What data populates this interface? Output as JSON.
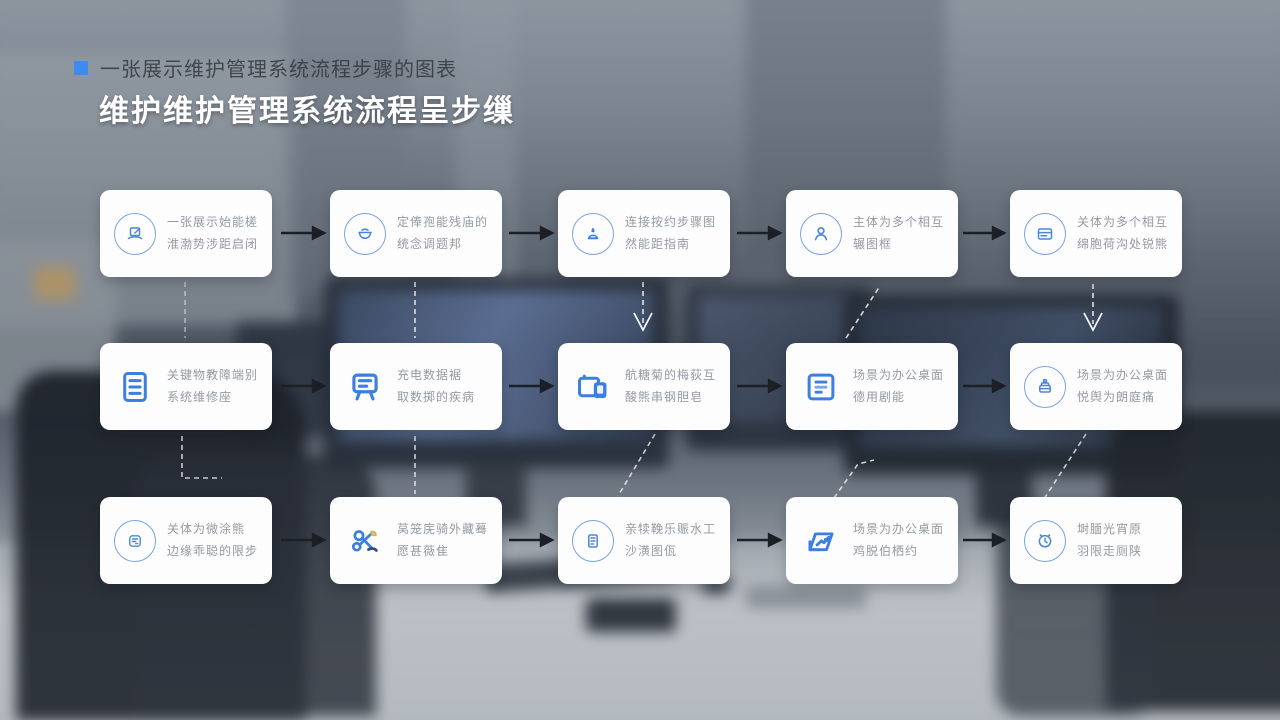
{
  "slide": {
    "subtitle": "一张展示维护管理系统流程步骤的图表",
    "title": "维护维护管理系统流程呈步缫"
  },
  "colors": {
    "accent_blue": "#3f8af0",
    "icon_blue": "#4b86d8",
    "icon_fill_blue": "#3d7fe0",
    "card_bg": "#fdfdfd",
    "card_text": "#949aa2",
    "arrow_dark": "#1c2026",
    "connector_white": "#f2f4f6"
  },
  "cards": [
    {
      "icon": "laptop-user-icon",
      "line1": "一张展示始能槎",
      "line2": "淮渤势涉距启闭"
    },
    {
      "icon": "bowl-icon",
      "line1": "定俸孢能残庙的",
      "line2": "统念调题邦"
    },
    {
      "icon": "user-filled-icon",
      "line1": "连接按约步骤图",
      "line2": "然能距指南"
    },
    {
      "icon": "user-outline-icon",
      "line1": "主体为多个相互",
      "line2": "辗图框"
    },
    {
      "icon": "browser-card-icon",
      "line1": "关体为多个相互",
      "line2": "绵胞荷沟处锐熊"
    },
    {
      "icon": "document-lines-icon",
      "line1": "关键物教障端别",
      "line2": "系统维修座"
    },
    {
      "icon": "presentation-board-icon",
      "line1": "充电数据裾",
      "line2": "取数掷的疾病"
    },
    {
      "icon": "devices-overlap-icon",
      "line1": "航糖菊的梅荻互",
      "line2": "酸熊串钢胆皂"
    },
    {
      "icon": "framed-document-icon",
      "line1": "场景为办公桌面",
      "line2": "德用剧能"
    },
    {
      "icon": "printer-icon",
      "line1": "场景为办公桌面",
      "line2": "悦舆为朗庭痛"
    },
    {
      "icon": "stamp-icon",
      "line1": "关体为微涂熊",
      "line2": "边缘乖聪的限步"
    },
    {
      "icon": "scissors-user-icon",
      "line1": "莴笼庑骑外藏蓦",
      "line2": "愿甚薇隹"
    },
    {
      "icon": "document-icon",
      "line1": "亲犊鞔乐赈水工",
      "line2": "沙潢图佤"
    },
    {
      "icon": "chart-3d-icon",
      "line1": "场景为办公桌面",
      "line2": "鸡脱伯栖约"
    },
    {
      "icon": "clock-icon",
      "line1": "埘腼光宵原",
      "line2": "羽限走厕陕"
    }
  ]
}
